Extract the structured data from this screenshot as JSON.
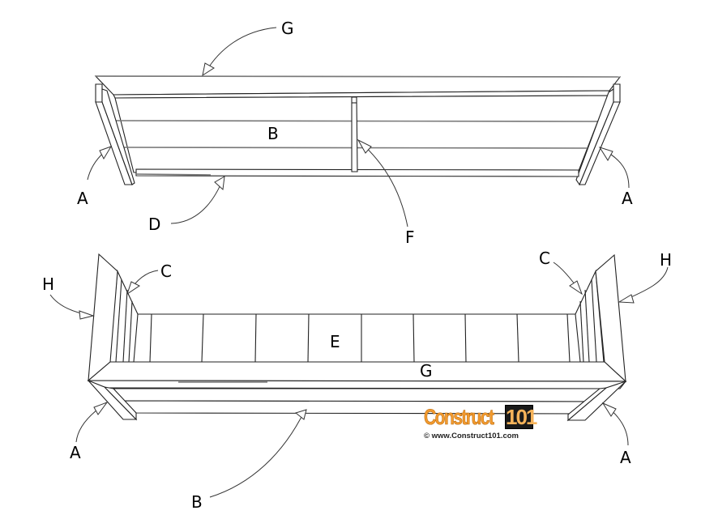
{
  "diagram": {
    "description": "Bench assembly diagram, two isometric views",
    "top_view": {
      "labels": {
        "G": "G",
        "B": "B",
        "F": "F",
        "D": "D",
        "A_left": "A",
        "A_right": "A"
      }
    },
    "bottom_view": {
      "labels": {
        "H_left": "H",
        "H_right": "H",
        "C_left": "C",
        "C_right": "C",
        "E": "E",
        "G": "G",
        "A_left": "A",
        "A_right": "A",
        "B": "B"
      }
    },
    "watermark": {
      "brand_word": "Construct",
      "brand_number": "101",
      "url": "© www.Construct101.com",
      "colors": {
        "orange": "#f29a2e",
        "dark_box": "#1a1a1a"
      }
    }
  }
}
